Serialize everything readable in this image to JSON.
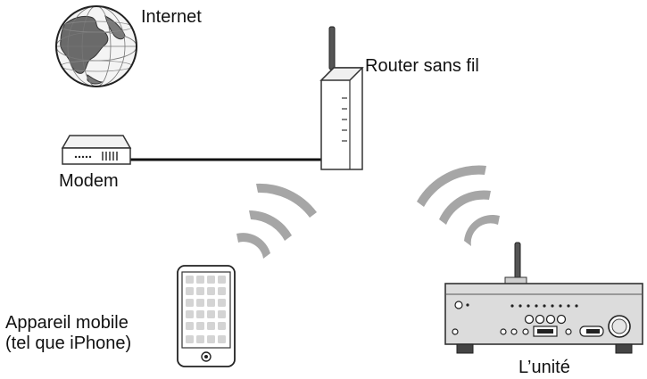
{
  "labels": {
    "internet": "Internet",
    "router": "Router sans fil",
    "modem": "Modem",
    "mobile_line1": "Appareil mobile",
    "mobile_line2": "(tel que iPhone)",
    "unit": "L’unité"
  },
  "icons": {
    "internet": "globe-icon",
    "router": "router-icon",
    "modem": "modem-icon",
    "mobile": "smartphone-icon",
    "unit": "av-receiver-icon",
    "wireless": "wifi-wave-icon"
  },
  "colors": {
    "line": "#222222",
    "outline": "#333333",
    "wave": "#a8a8a8",
    "device_face": "#d9d9d9",
    "globe_land": "#6f6f6f",
    "globe_sea": "#f2f2f2"
  }
}
